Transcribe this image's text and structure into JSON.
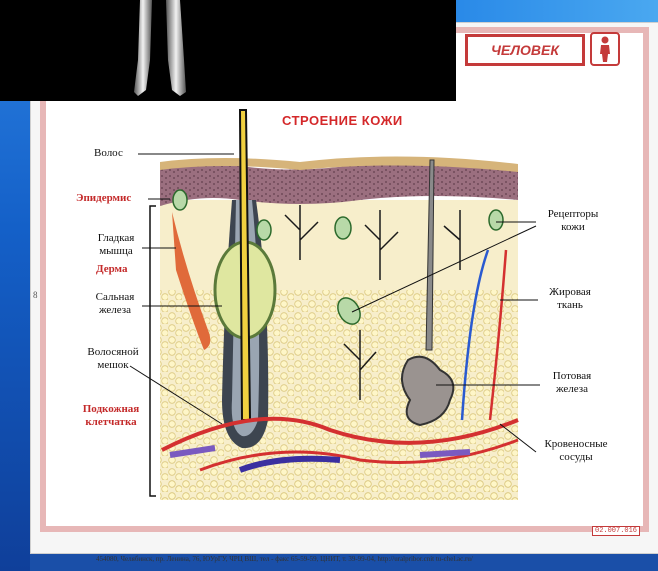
{
  "header": {
    "section_title": "ЧЕЛОВЕК"
  },
  "diagram": {
    "title": "СТРОЕНИЕ КОЖИ",
    "labels_left": {
      "hair": "Волос",
      "epidermis": "Эпидермис",
      "smooth_muscle": "Гладкая мышца",
      "dermis": "Дерма",
      "sebaceous_gland": "Сальная железа",
      "hair_follicle": "Волосяной мешок",
      "subcutaneous": "Подкожная клетчатка"
    },
    "labels_right": {
      "skin_receptors": "Рецепторы кожи",
      "adipose_tissue": "Жировая ткань",
      "sweat_gland": "Потовая железа",
      "blood_vessels": "Кровеносные сосуды"
    },
    "code": "02.007.016",
    "side_number": "8"
  },
  "footer": {
    "text": "454080, Челябинск, пр. Ленина, 76, ЮУрГУ, ЧРЦ ВШ, тел - факс 65-59-59, ЦНИТ, т. 39-99-04, http://uralpribor.cnit tu-chel.ac.ru/"
  },
  "colors": {
    "accent_red": "#c43a3a",
    "label_red": "#c42a2a",
    "title_red": "#d4282a",
    "background_blue": "#1a4fa8"
  },
  "icons": {
    "human": "human-figure-icon"
  }
}
